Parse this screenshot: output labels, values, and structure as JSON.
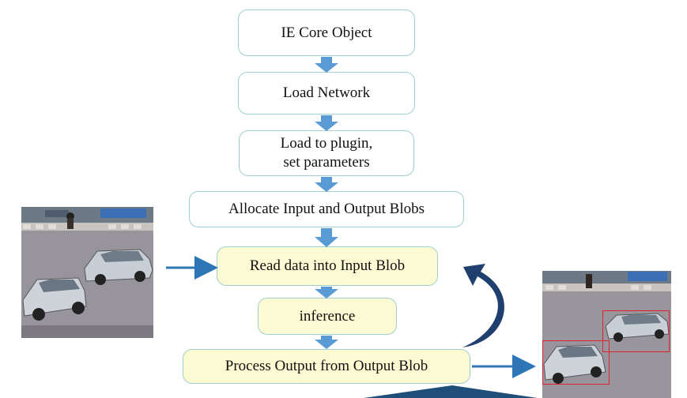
{
  "steps": {
    "ie_core": "IE Core Object",
    "load_network": "Load Network",
    "load_plugin": [
      "Load to plugin,",
      "set parameters"
    ],
    "allocate": "Allocate Input and Output Blobs",
    "read_data": "Read data into Input Blob",
    "inference": "inference",
    "process_output": "Process Output from Output Blob"
  },
  "colors": {
    "box_border": "#9fcfcf",
    "highlight_fill": "#fbfad2",
    "down_arrow": "#5b9bd5",
    "side_arrow": "#2e75b6",
    "loop_arrow": "#1f3f6e",
    "detection_box": "#e0202a"
  },
  "images": {
    "input": "traffic-scene-input-photo",
    "output": "traffic-scene-output-photo-with-detections"
  }
}
